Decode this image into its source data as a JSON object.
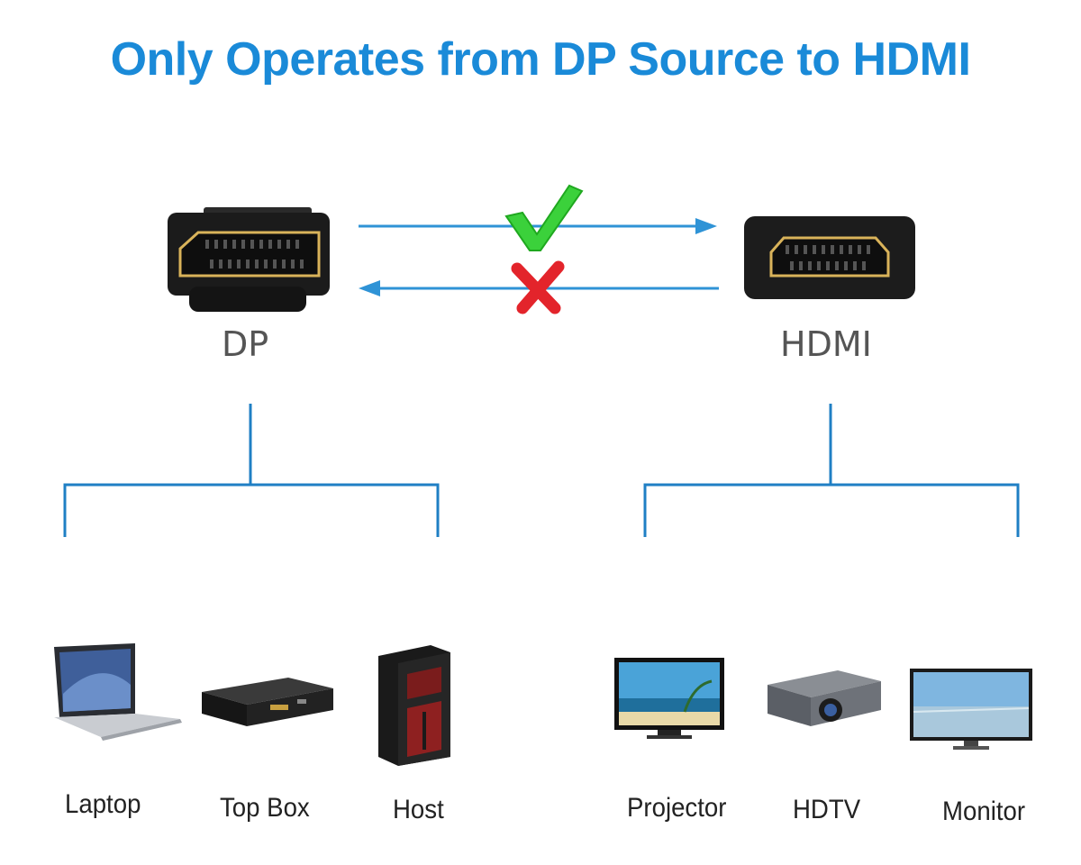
{
  "title": "Only Operates from DP Source to HDMI",
  "colors": {
    "title": "#1a8ad8",
    "line": "#1f7fc4",
    "check": "#2ecc2e",
    "cross": "#e0202a",
    "connector_body": "#1a1a1a",
    "connector_gold": "#d9b35a"
  },
  "ports": {
    "dp": {
      "label": "DP",
      "icon": "displayport-connector-icon"
    },
    "hdmi": {
      "label": "HDMI",
      "icon": "hdmi-connector-icon"
    }
  },
  "directions": [
    {
      "from": "DP",
      "to": "HDMI",
      "supported": true,
      "marker": "check-icon"
    },
    {
      "from": "HDMI",
      "to": "DP",
      "supported": false,
      "marker": "cross-icon"
    }
  ],
  "sources": [
    {
      "label": "Laptop",
      "icon": "laptop-icon"
    },
    {
      "label": "Top Box",
      "icon": "set-top-box-icon"
    },
    {
      "label": "Host",
      "icon": "pc-tower-icon"
    }
  ],
  "displays": [
    {
      "label": "Projector",
      "icon": "projector-screen-icon"
    },
    {
      "label": "HDTV",
      "icon": "projector-icon"
    },
    {
      "label": "Monitor",
      "icon": "monitor-icon"
    }
  ]
}
